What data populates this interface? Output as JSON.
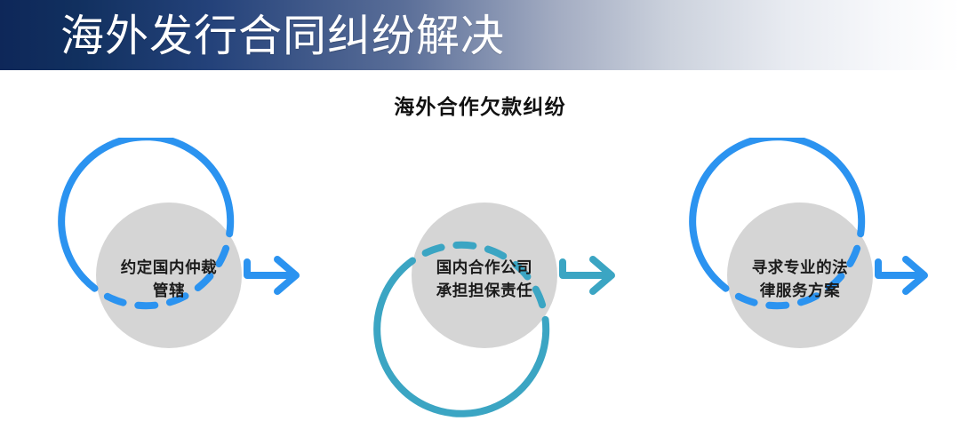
{
  "header": {
    "title": "海外发行合同纠纷解决",
    "gradient_from": "#0e2759",
    "gradient_to": "#ffffff"
  },
  "subtitle": {
    "text": "海外合作欠款纠纷"
  },
  "diagram": {
    "type": "process-flow",
    "node_fill": "#d5d5d5",
    "steps": [
      {
        "index": 1,
        "line1": "约定国内仲裁",
        "line2": "管辖",
        "ring_color": "#2b93f0",
        "arrow_color": "#2b93f0",
        "solid_arc": "top-right",
        "dashed_arc": "bottom-left",
        "arrow_label": "arrow-right"
      },
      {
        "index": 2,
        "line1": "国内合作公司",
        "line2": "承担担保责任",
        "ring_color": "#3ba5c3",
        "arrow_color": "#3ba5c3",
        "solid_arc": "bottom-right",
        "dashed_arc": "top-left",
        "arrow_label": "arrow-right"
      },
      {
        "index": 3,
        "line1": "寻求专业的法",
        "line2": "律服务方案",
        "ring_color": "#2b93f0",
        "arrow_color": "#2b93f0",
        "solid_arc": "top-right",
        "dashed_arc": "bottom-left",
        "arrow_label": "arrow-right"
      }
    ]
  }
}
